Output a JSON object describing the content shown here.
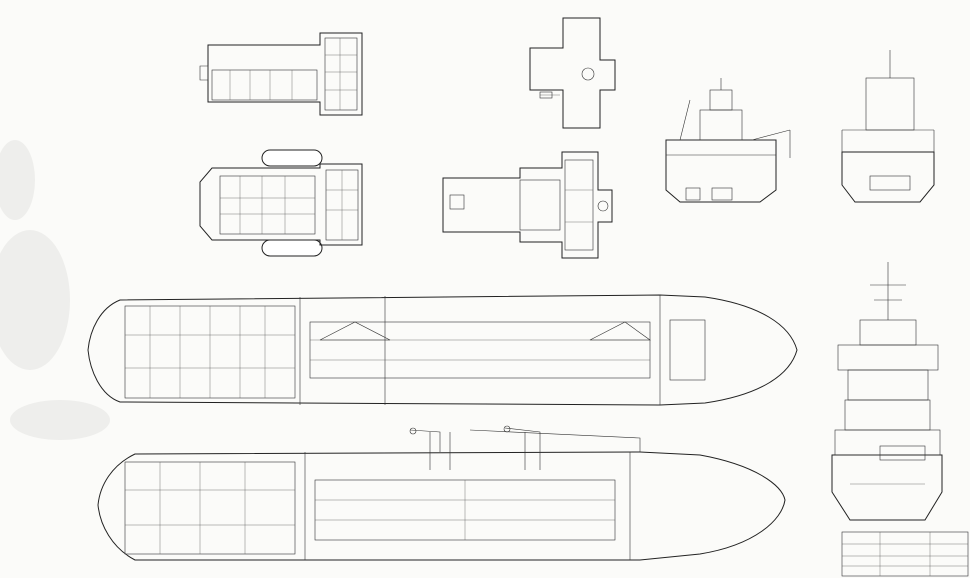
{
  "colors": {
    "paper": "#fbfbf9",
    "ink": "#222222",
    "stain": "#d8d8d4"
  },
  "sheet": {
    "views": [
      {
        "id": "bridge-deck-plan",
        "caption": ""
      },
      {
        "id": "navigation-deck-plan",
        "caption": ""
      },
      {
        "id": "compass-deck-plan",
        "caption": ""
      },
      {
        "id": "wheelhouse-top-plan",
        "caption": ""
      },
      {
        "id": "section-at-cranes",
        "caption": ""
      },
      {
        "id": "stern-elevation",
        "caption": ""
      },
      {
        "id": "upper-deck-plan",
        "caption": ""
      },
      {
        "id": "hold-plan",
        "caption": ""
      },
      {
        "id": "front-superstructure-elevation",
        "caption": ""
      }
    ],
    "title_block": {
      "label": ""
    }
  }
}
